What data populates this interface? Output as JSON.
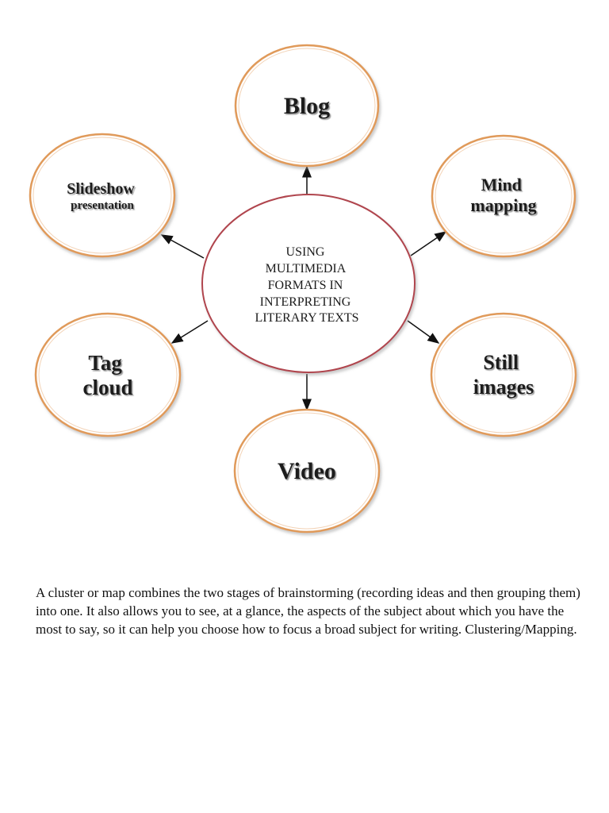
{
  "diagram": {
    "center": {
      "lines": [
        "USING",
        "MULTIMEDIA",
        "FORMATS IN",
        "INTERPRETING",
        "LITERARY TEXTS"
      ],
      "border_color": "#b0444e"
    },
    "nodes": {
      "blog": {
        "lines": [
          "Blog"
        ]
      },
      "slideshow": {
        "lines": [
          "Slideshow",
          "presentation"
        ]
      },
      "mind_mapping": {
        "lines": [
          "Mind",
          "mapping"
        ]
      },
      "tag_cloud": {
        "lines": [
          "Tag",
          "cloud"
        ]
      },
      "still_images": {
        "lines": [
          "Still",
          "images"
        ]
      },
      "video": {
        "lines": [
          "Video"
        ]
      }
    },
    "node_border_color": "#e09a5a"
  },
  "caption": "A cluster or map combines the two stages of brainstorming (recording ideas and then grouping them) into one. It also allows you to see, at a glance, the aspects of the subject about which you have the most to say, so it can help you choose how to focus a broad subject for writing. Clustering/Mapping."
}
